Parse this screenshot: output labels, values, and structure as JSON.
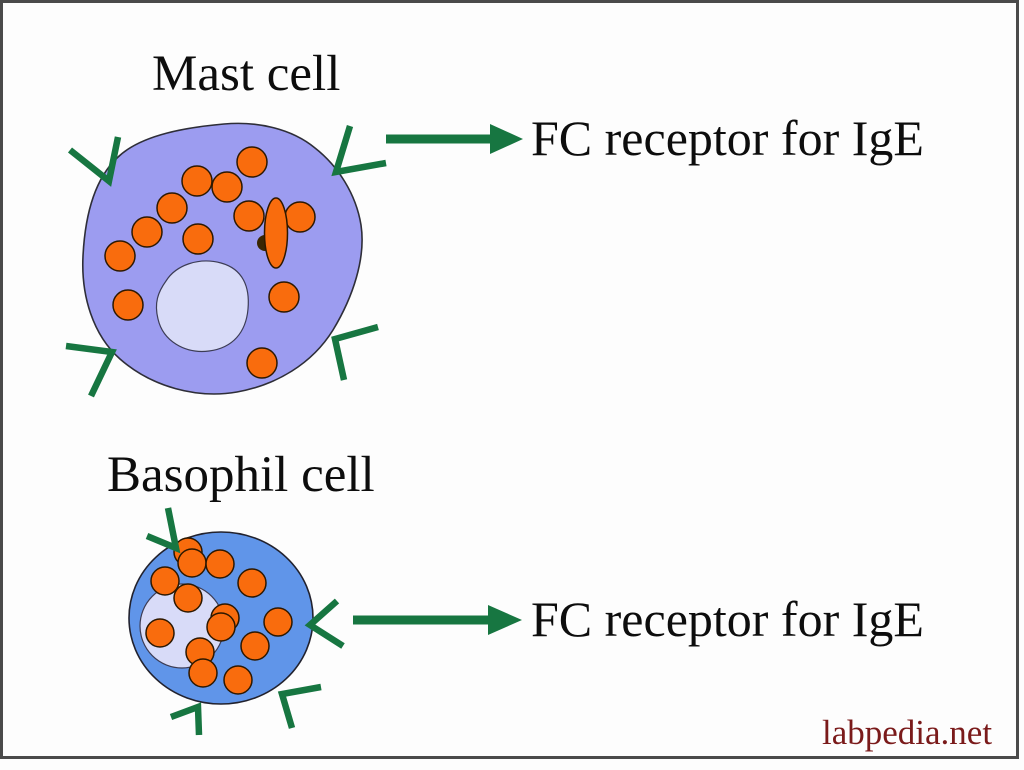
{
  "cells": {
    "mast": {
      "title": "Mast cell",
      "receptor_label": "FC receptor for IgE"
    },
    "basophil": {
      "title": "Basophil cell",
      "receptor_label": "FC receptor for IgE"
    }
  },
  "watermark": {
    "text": "labpedia.net"
  },
  "colors": {
    "mast_body": "#9c9cf0",
    "basophil_body": "#6095e9",
    "nucleus": "#d8dbf8",
    "granule_orange": "#f96c0d",
    "receptor_green": "#177641",
    "label_text": "#0d0d0d",
    "watermark_red": "#7a1a1a",
    "frame_gray": "#4a4a4a",
    "background": "#fdfdfd"
  }
}
